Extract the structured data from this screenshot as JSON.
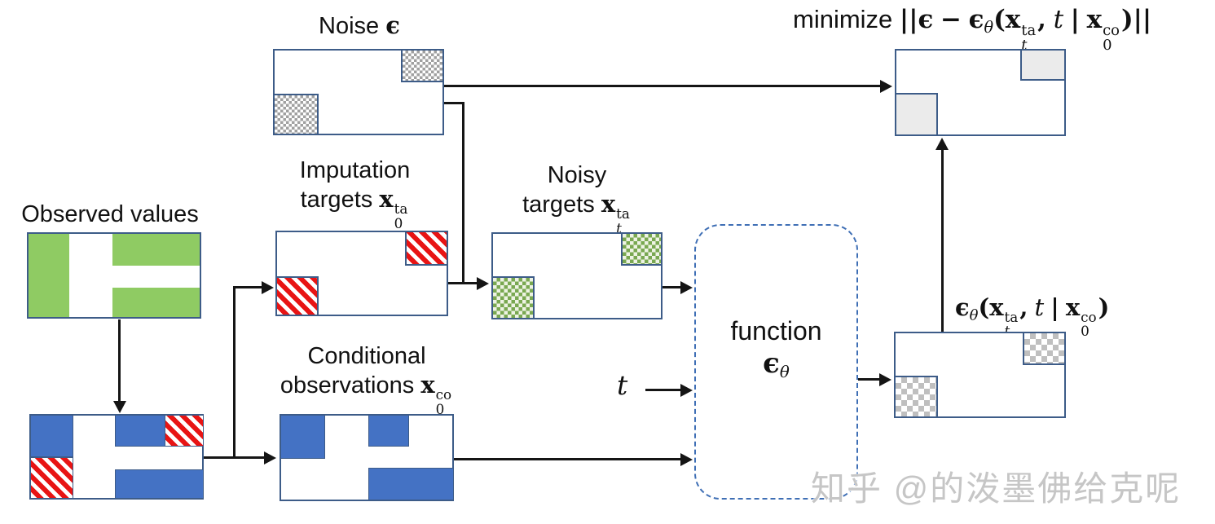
{
  "colors": {
    "border_blue": "#3d5c88",
    "blue": "#4472c4",
    "green": "#8fcb63",
    "red": "#e81414",
    "green_check": "#79a851",
    "green_check_bg": "#eef3e4",
    "gray_check": "#bfbfbf",
    "gray_dot": "#a0a0a0",
    "light_gray": "#ebebeb",
    "dashed_border": "#3f6fb5",
    "arrow": "#151515",
    "label": "#111111",
    "watermark": "#c6c6c6"
  },
  "labels": {
    "observed": "Observed values",
    "noise": "Noise",
    "imputation_l1": "Imputation",
    "imputation_l2": "targets",
    "noisy_l1": "Noisy",
    "noisy_l2": "targets",
    "conditional_l1": "Conditional",
    "conditional_l2": "observations",
    "function_l1": "function",
    "minimize": "minimize"
  },
  "math": {
    "x": "x",
    "eps": "ϵ",
    "theta": "θ",
    "t": "t",
    "ta": "ta",
    "co": "co",
    "zero": "0",
    "norm": "||",
    "minus": "−",
    "comma": ",",
    "mid": "|",
    "lp": "(",
    "rp": ")"
  },
  "watermark": "知乎 @的泼墨佛给克呢"
}
